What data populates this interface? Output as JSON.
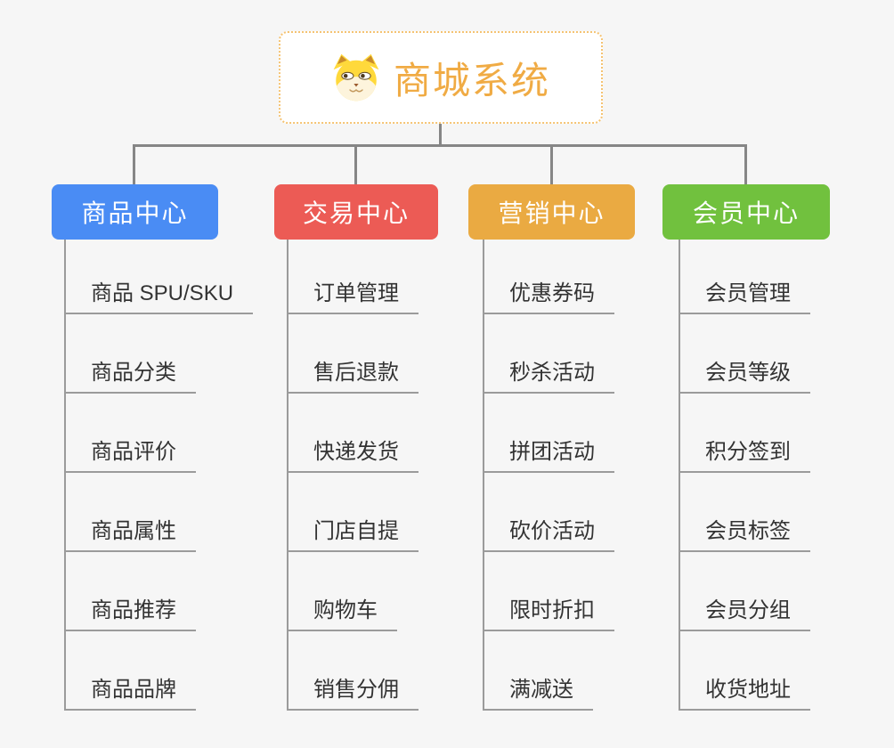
{
  "page": {
    "background_color": "#f6f6f6",
    "connector_color_primary": "#868686",
    "connector_color_secondary": "#9b9b9b"
  },
  "root": {
    "label": "商城系统",
    "icon": "shiba-dog-icon",
    "text_color": "#f0ab44",
    "border_color": "#f5c372"
  },
  "branches": [
    {
      "label": "商品中心",
      "color": "#4a8cf4",
      "items": [
        "商品 SPU/SKU",
        "商品分类",
        "商品评价",
        "商品属性",
        "商品推荐",
        "商品品牌"
      ]
    },
    {
      "label": "交易中心",
      "color": "#ec5b55",
      "items": [
        "订单管理",
        "售后退款",
        "快递发货",
        "门店自提",
        "购物车",
        "销售分佣"
      ]
    },
    {
      "label": "营销中心",
      "color": "#eaaa42",
      "items": [
        "优惠券码",
        "秒杀活动",
        "拼团活动",
        "砍价活动",
        "限时折扣",
        "满减送"
      ]
    },
    {
      "label": "会员中心",
      "color": "#71c13e",
      "items": [
        "会员管理",
        "会员等级",
        "积分签到",
        "会员标签",
        "会员分组",
        "收货地址"
      ]
    }
  ]
}
